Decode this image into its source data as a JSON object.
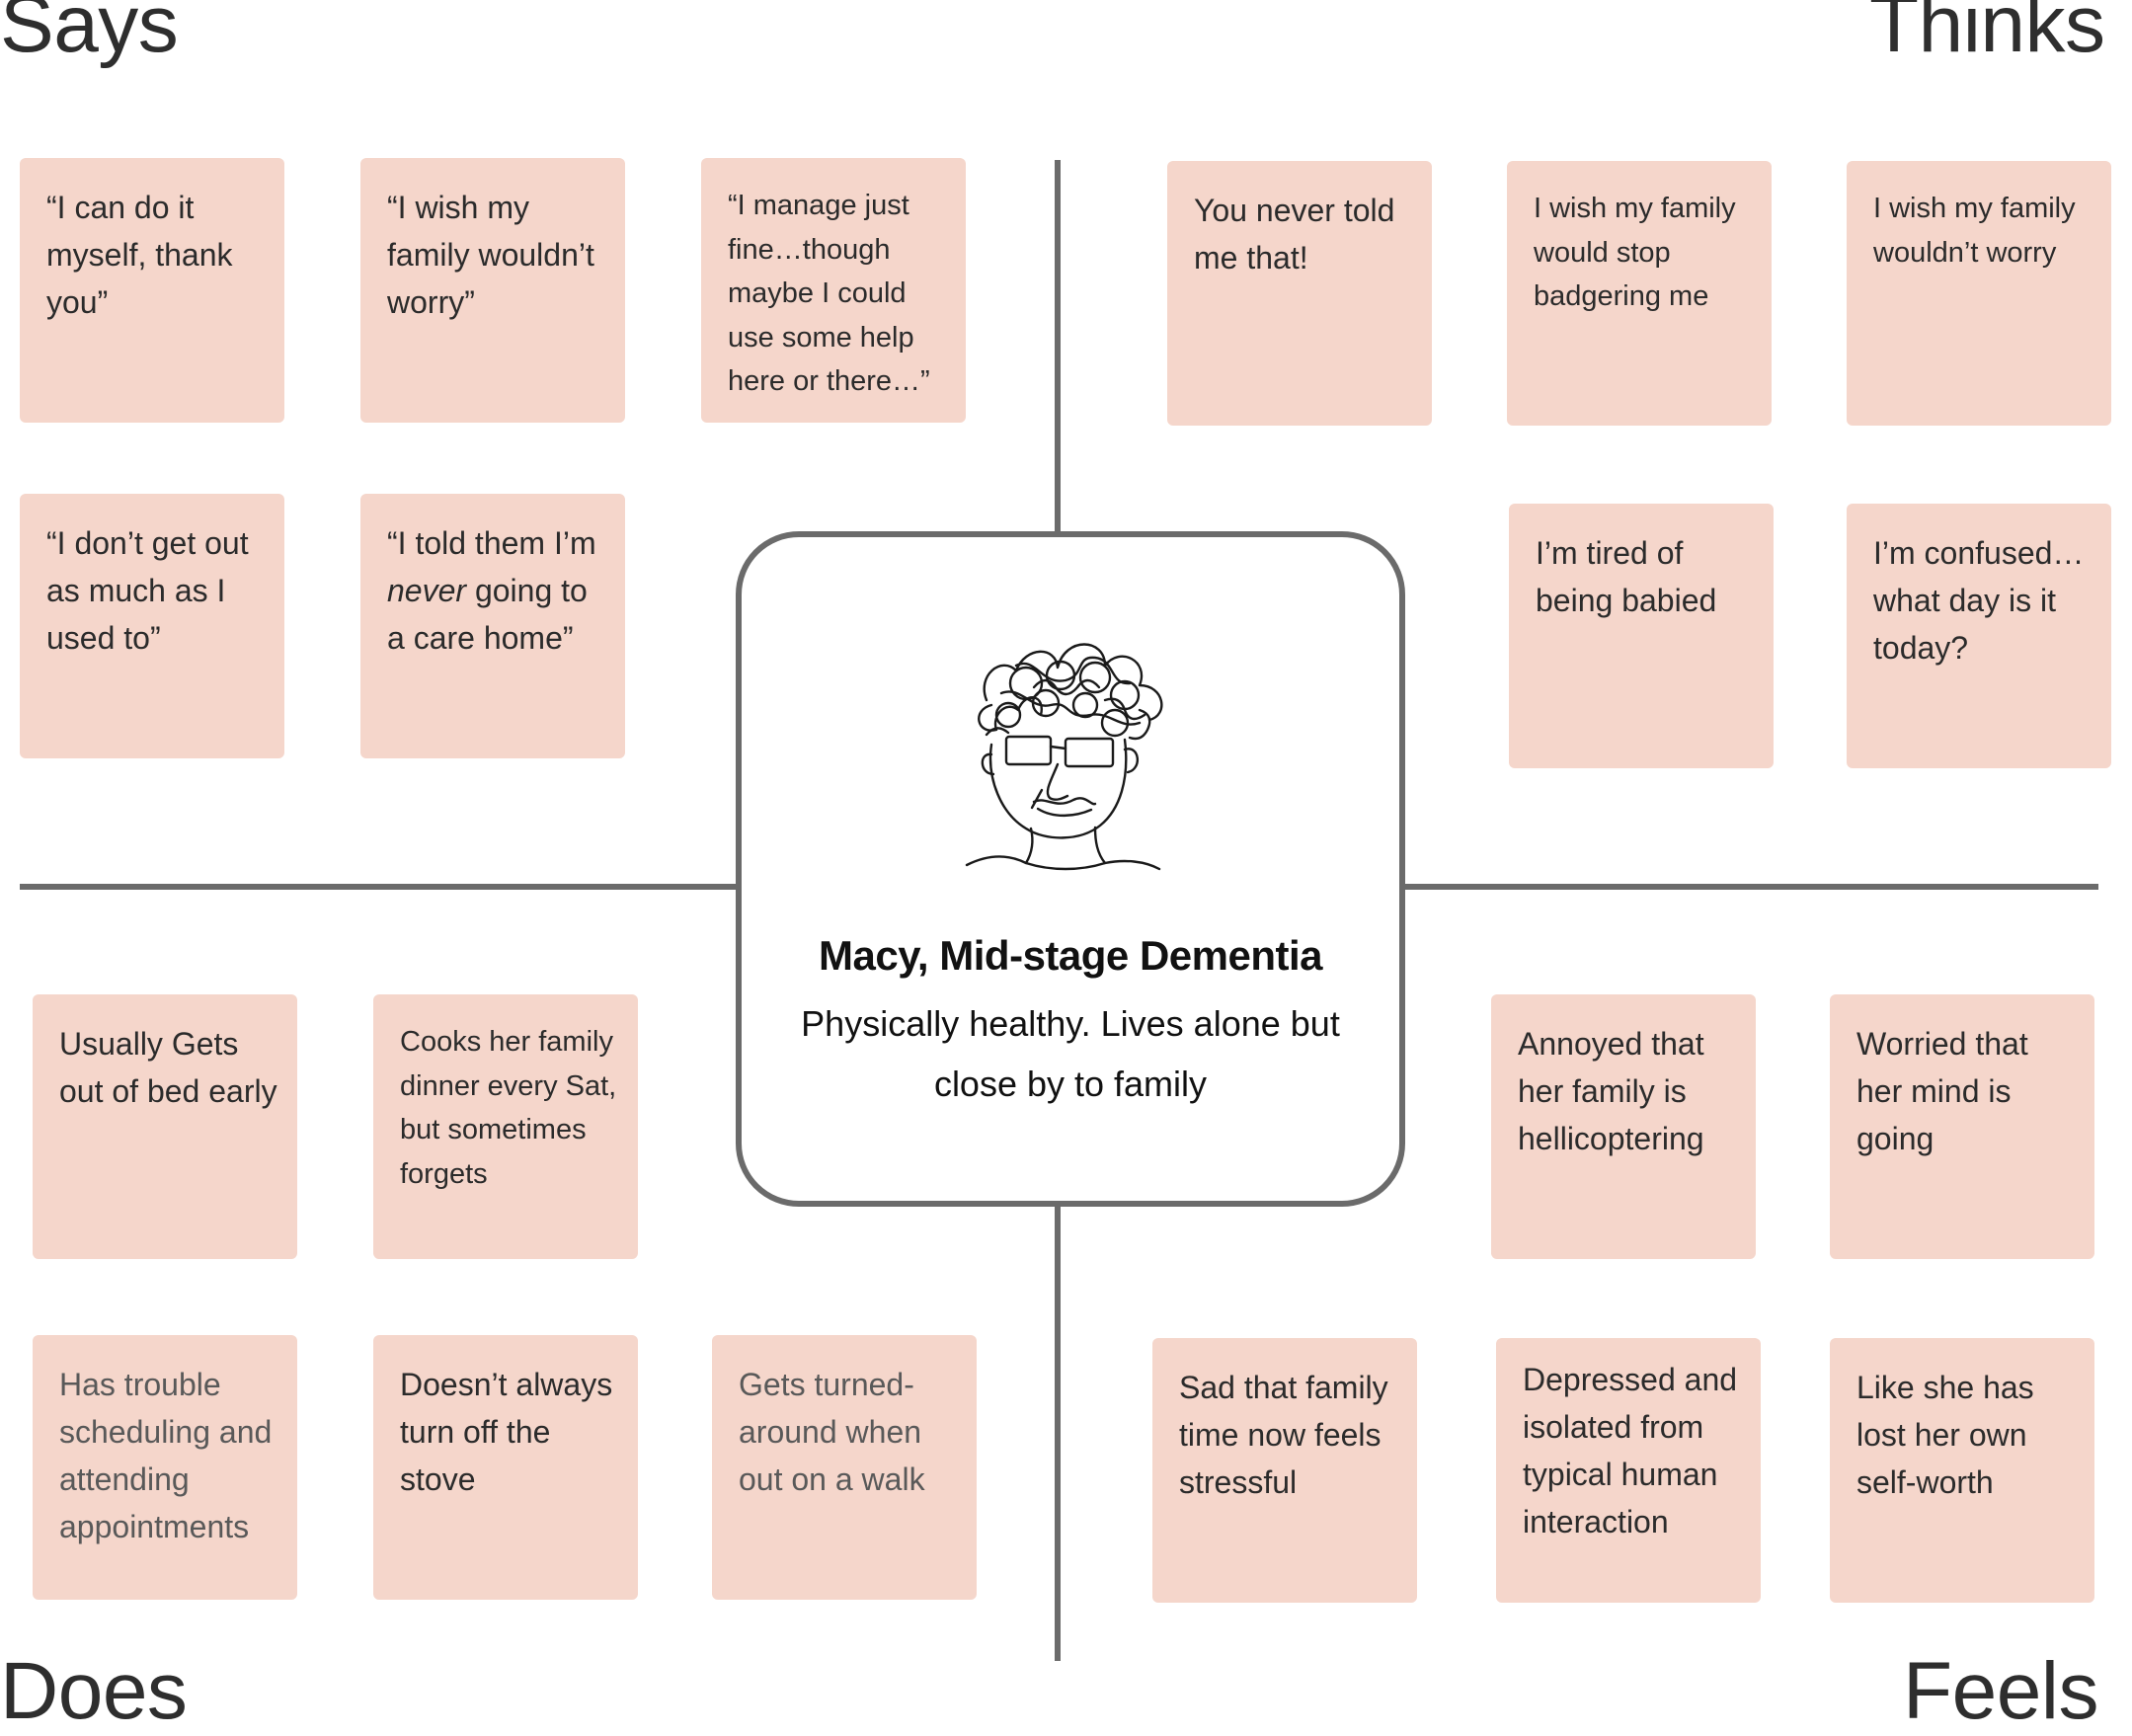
{
  "quadrants": {
    "says": "Says",
    "thinks": "Thinks",
    "does": "Does",
    "feels": "Feels"
  },
  "persona": {
    "name": "Macy, Mid-stage Dementia",
    "description": "Physically healthy. Lives alone but close by to family",
    "icon": "line-drawing-face-icon"
  },
  "says": {
    "notes": [
      "“I can do it myself, thank you”",
      "“I wish my family wouldn’t worry”",
      "“I manage just fine…though maybe I could use some help here or there…”",
      "“I don’t get out as much as I used to”"
    ],
    "note5": {
      "before": "“I told them I’m ",
      "emphasis": "never",
      "after": " going to a care home”"
    }
  },
  "thinks": {
    "notes": [
      "You never told me that!",
      "I wish my family would stop badgering me",
      "I wish my family wouldn’t worry",
      "I’m tired of being babied",
      "I’m confused… what day is it today?"
    ]
  },
  "does": {
    "notes": [
      "Usually Gets out of bed early",
      "Cooks her family dinner every Sat, but sometimes forgets",
      "Has trouble scheduling and attending appointments",
      "Doesn’t always turn off the stove",
      "Gets turned-around when out on a walk"
    ]
  },
  "feels": {
    "notes": [
      "Annoyed that her family is hellicoptering",
      "Worried that her mind is going",
      "Sad that family time now feels stressful",
      "Depressed and isolated from typical human interaction",
      "Like she has lost her own self-worth"
    ]
  },
  "colors": {
    "sticky_note": "#f5d6cb",
    "axis": "#6b6b6b",
    "label_text": "#2e2e2e"
  }
}
